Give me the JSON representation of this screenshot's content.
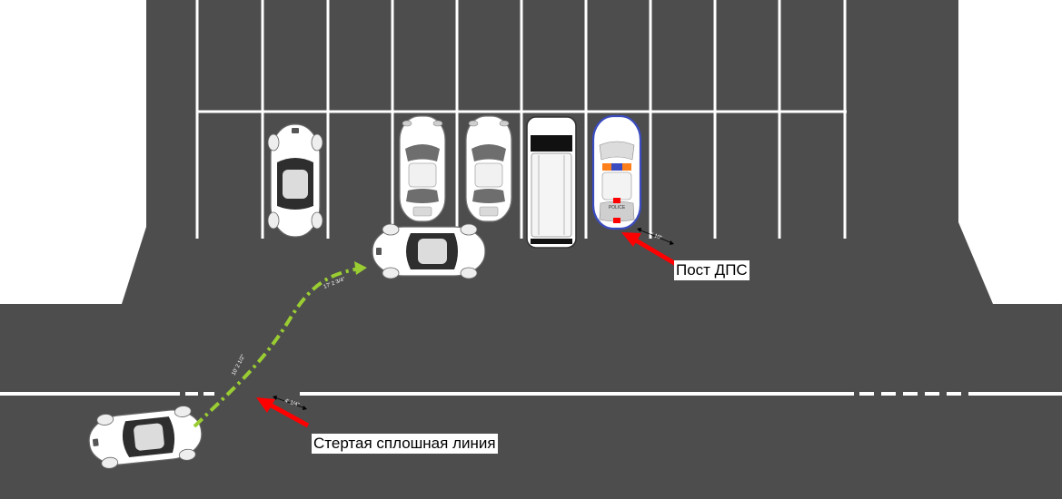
{
  "labels": {
    "post": "Пост ДПС",
    "erased_line": "Стертая сплошная линия"
  },
  "dimensions": {
    "path_upper": "17' 2 3/4\"",
    "path_lower": "10' 2 1/2\"",
    "gap_lane": "4' 1/4\"",
    "gap_police": "2' 10\""
  },
  "badges": {
    "police": "POLICE"
  },
  "colors": {
    "road": "#4d4d4d",
    "marking": "#ffffff",
    "background": "#ffffff",
    "path": "#9acd32",
    "arrow": "#ff0000",
    "police_accent": "#3b4cc0"
  }
}
